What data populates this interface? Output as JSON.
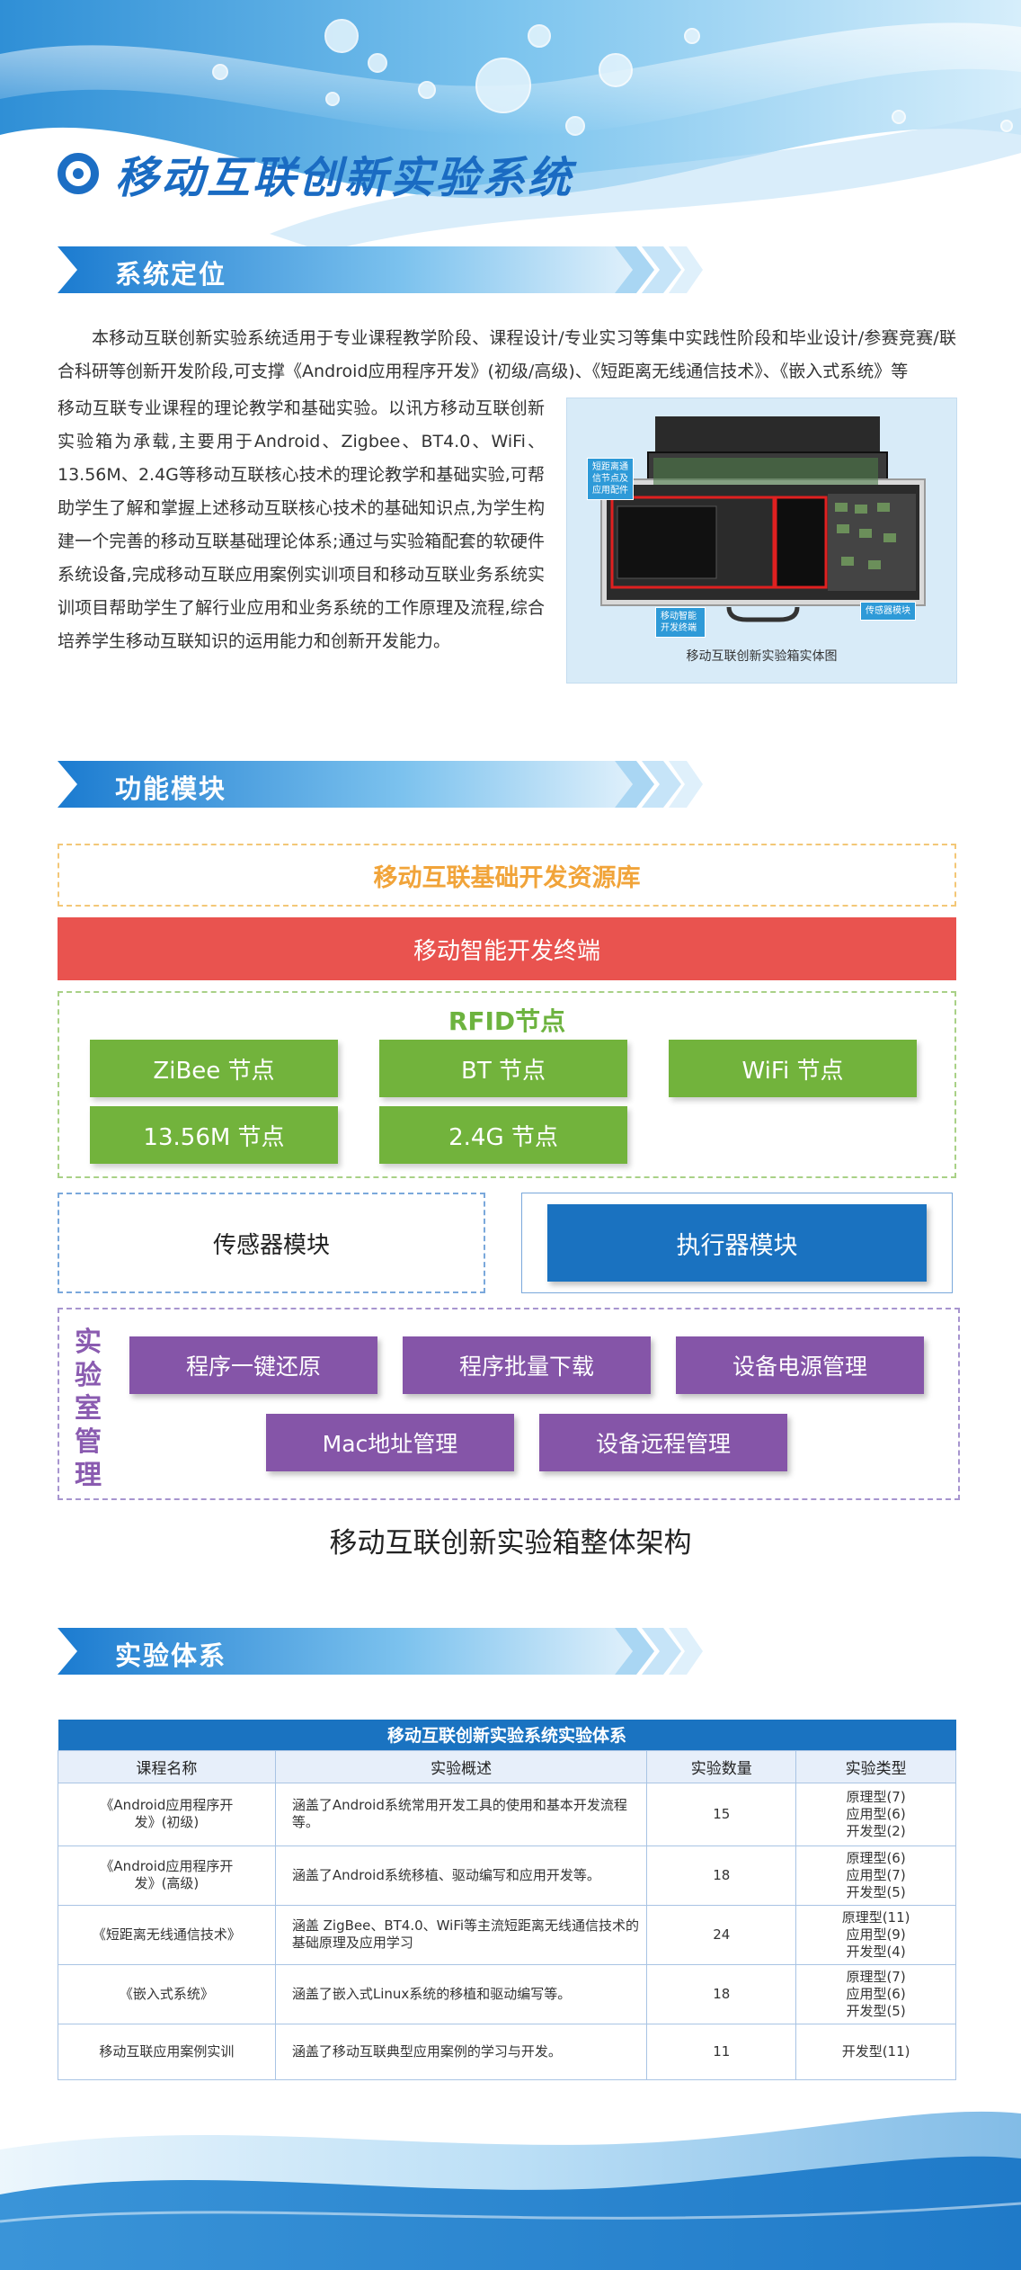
{
  "title": "移动互联创新实验系统",
  "sections": {
    "positioning": "系统定位",
    "modules": "功能模块",
    "experiments": "实验体系"
  },
  "intro": {
    "full": "本移动互联创新实验系统适用于专业课程教学阶段、课程设计/专业实习等集中实践性阶段和毕业设计/参赛竞赛/联合科研等创新开发阶段,可支撑《Android应用程序开发》(初级/高级)、《短距离无线通信技术》、《嵌入式系统》等",
    "left": "移动互联专业课程的理论教学和基础实验。以讯方移动互联创新实验箱为承载,主要用于Android、Zigbee、BT4.0、WiFi、13.56M、2.4G等移动互联核心技术的理论教学和基础实验,可帮助学生了解和掌握上述移动互联核心技术的基础知识点,为学生构建一个完善的移动互联基础理论体系;通过与实验箱配套的软硬件系统设备,完成移动互联应用案例实训项目和移动互联业务系统实训项目帮助学生了解行业应用和业务系统的工作原理及流程,综合培养学生移动互联知识的运用能力和创新开发能力。"
  },
  "photo": {
    "caption": "移动互联创新实验箱实体图",
    "tag_nodes": "短距离通信节点及应用配件",
    "tag_terminal": "移动智能开发终端",
    "tag_sensor": "传感器模块"
  },
  "modules": {
    "resource": "移动互联基础开发资源库",
    "terminal": "移动智能开发终端",
    "rfid": "RFID节点",
    "nodes": [
      "ZiBee 节点",
      "BT 节点",
      "WiFi 节点",
      "13.56M 节点",
      "2.4G 节点"
    ],
    "sensor": "传感器模块",
    "actuator": "执行器模块",
    "lab_label": "实验室管理",
    "lab_items": [
      "程序一键还原",
      "程序批量下载",
      "设备电源管理",
      "Mac地址管理",
      "设备远程管理"
    ]
  },
  "arch_caption": "移动互联创新实验箱整体架构",
  "table": {
    "title": "移动互联创新实验系统实验体系",
    "headers": [
      "课程名称",
      "实验概述",
      "实验数量",
      "实验类型"
    ],
    "rows": [
      {
        "name": "《Android应用程序开发》(初级)",
        "desc": "涵盖了Android系统常用开发工具的使用和基本开发流程等。",
        "count": "15",
        "types": [
          "原理型(7)",
          "应用型(6)",
          "开发型(2)"
        ]
      },
      {
        "name": "《Android应用程序开发》(高级)",
        "desc": "涵盖了Android系统移植、驱动编写和应用开发等。",
        "count": "18",
        "types": [
          "原理型(6)",
          "应用型(7)",
          "开发型(5)"
        ]
      },
      {
        "name": "《短距离无线通信技术》",
        "desc": "涵盖 ZigBee、BT4.0、WiFi等主流短距离无线通信技术的基础原理及应用学习",
        "count": "24",
        "types": [
          "原理型(11)",
          "应用型(9)",
          "开发型(4)"
        ]
      },
      {
        "name": "《嵌入式系统》",
        "desc": "涵盖了嵌入式Linux系统的移植和驱动编写等。",
        "count": "18",
        "types": [
          "原理型(7)",
          "应用型(6)",
          "开发型(5)"
        ]
      },
      {
        "name": "移动互联应用案例实训",
        "desc": "涵盖了移动互联典型应用案例的学习与开发。",
        "count": "11",
        "types": [
          "开发型(11)"
        ]
      }
    ]
  },
  "colors": {
    "brand_blue": "#1a6bc2",
    "module_red": "#e9534f",
    "node_green": "#72b33c",
    "lab_purple": "#8555a8",
    "resource_orange": "#f1a43a"
  }
}
